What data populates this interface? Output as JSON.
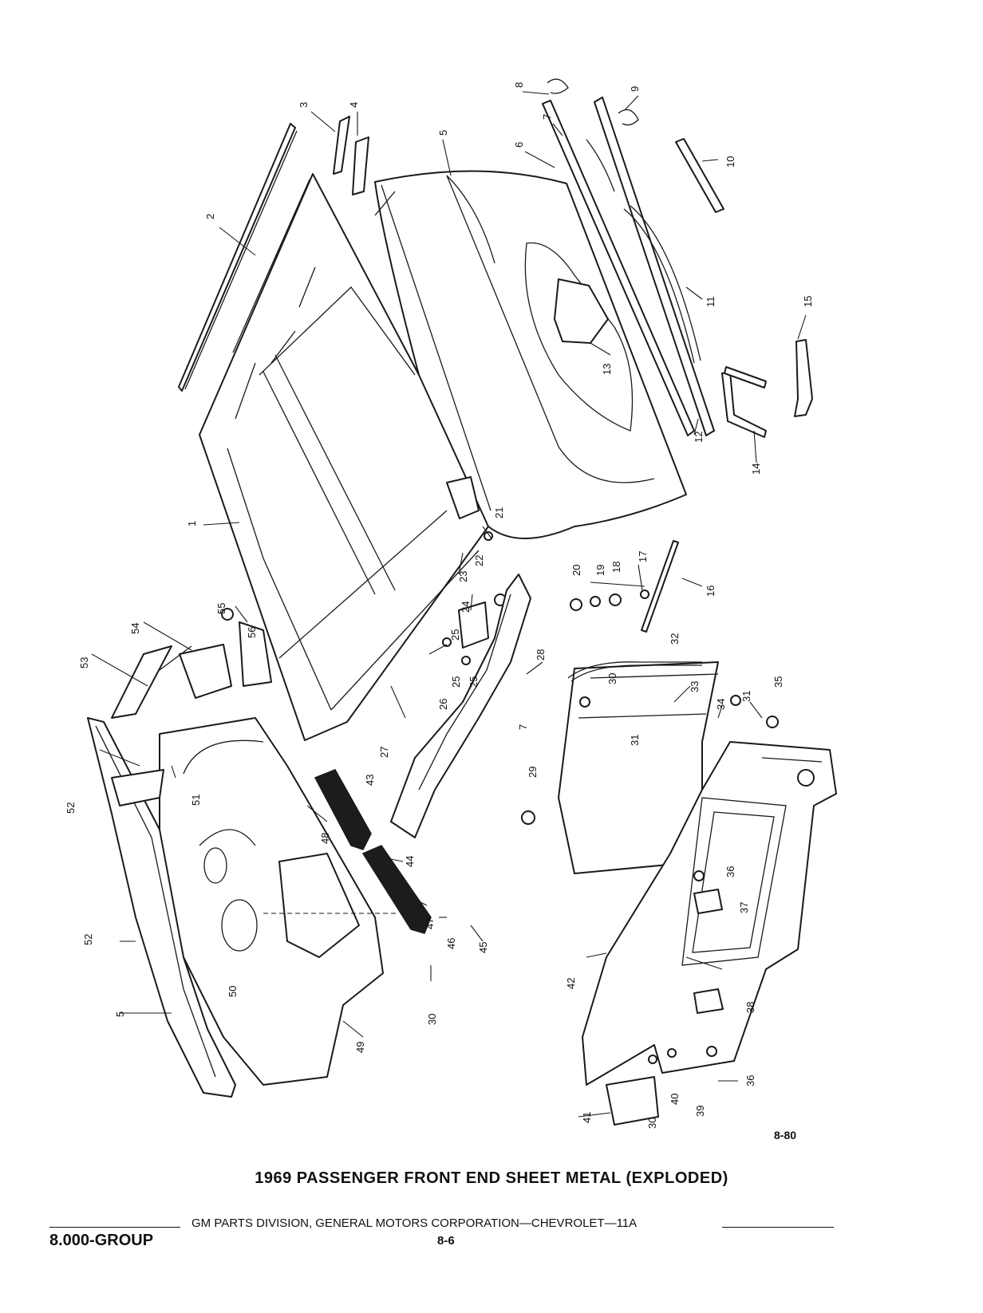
{
  "figure_number": "8-80",
  "title": "1969 PASSENGER FRONT END SHEET METAL (EXPLODED)",
  "footer": {
    "publisher": "GM PARTS DIVISION, GENERAL MOTORS CORPORATION—CHEVROLET—11A",
    "group": "8.000-GROUP",
    "page": "8-6"
  },
  "callouts": [
    "1",
    "2",
    "3",
    "4",
    "5",
    "5",
    "6",
    "7",
    "7",
    "8",
    "9",
    "10",
    "11",
    "12",
    "13",
    "14",
    "15",
    "16",
    "17",
    "18",
    "19",
    "20",
    "21",
    "22",
    "23",
    "24",
    "25",
    "25",
    "25",
    "26",
    "27",
    "28",
    "29",
    "30",
    "30",
    "30",
    "31",
    "31",
    "32",
    "33",
    "34",
    "35",
    "36",
    "36",
    "37",
    "38",
    "39",
    "40",
    "41",
    "42",
    "43",
    "44",
    "45",
    "46",
    "47",
    "48",
    "49",
    "50",
    "51",
    "52",
    "52",
    "53",
    "54",
    "55",
    "56"
  ]
}
